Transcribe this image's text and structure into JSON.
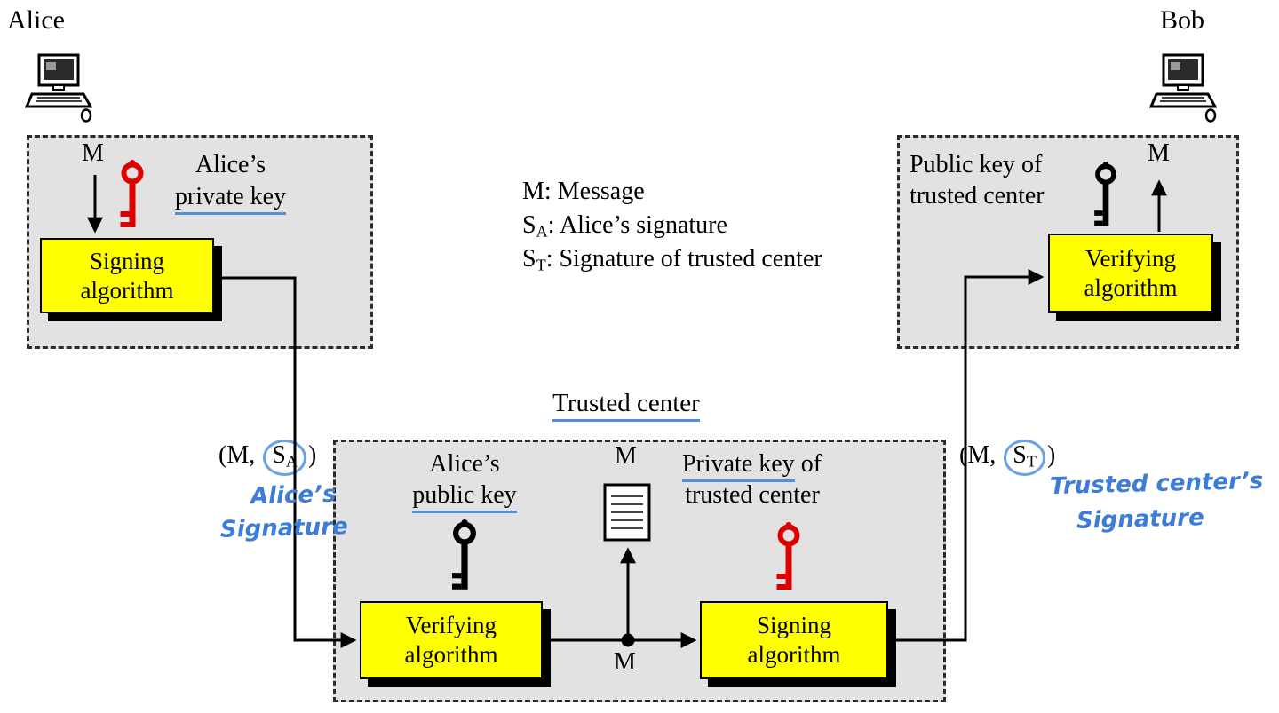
{
  "actors": {
    "alice": "Alice",
    "bob": "Bob"
  },
  "alice_unit": {
    "message_in": "M",
    "key_owner": "Alice’s",
    "key_name": "private key",
    "algo_line1": "Signing",
    "algo_line2": "algorithm"
  },
  "bob_unit": {
    "message_out": "M",
    "key_line1": "Public key of",
    "key_line2": "trusted center",
    "algo_line1": "Verifying",
    "algo_line2": "algorithm"
  },
  "legend": {
    "m_line": "M: Message",
    "sa_sym": "S",
    "sa_sub": "A",
    "sa_text": ": Alice’s signature",
    "st_sym": "S",
    "st_sub": "T",
    "st_text": ": Signature of trusted center"
  },
  "trusted_center": {
    "title": "Trusted center",
    "alice_key_line1": "Alice’s",
    "alice_key_line2": "public key",
    "message_top": "M",
    "message_junction": "M",
    "tc_key_underlined": "Private key",
    "tc_key_rest": " of",
    "tc_key_line2": "trusted center",
    "verify_line1": "Verifying",
    "verify_line2": "algorithm",
    "sign_line1": "Signing",
    "sign_line2": "algorithm"
  },
  "signals": {
    "alice": {
      "open": "(M,",
      "sym": "S",
      "sub": "A",
      "close": ")"
    },
    "tc": {
      "open": "(M,",
      "sym": "S",
      "sub": "T",
      "close": ")"
    },
    "alice_note_line1": "Alice’s",
    "alice_note_line2": "Signature",
    "tc_note_line1": "Trusted center’s",
    "tc_note_line2": "Signature"
  },
  "colors": {
    "panel_fill": "#e2e2e2",
    "algo_fill": "#ffff00",
    "underline": "#4f8fdc",
    "annotation": "#3d7cd9",
    "key_red": "#dd0000",
    "key_black": "#000000"
  }
}
